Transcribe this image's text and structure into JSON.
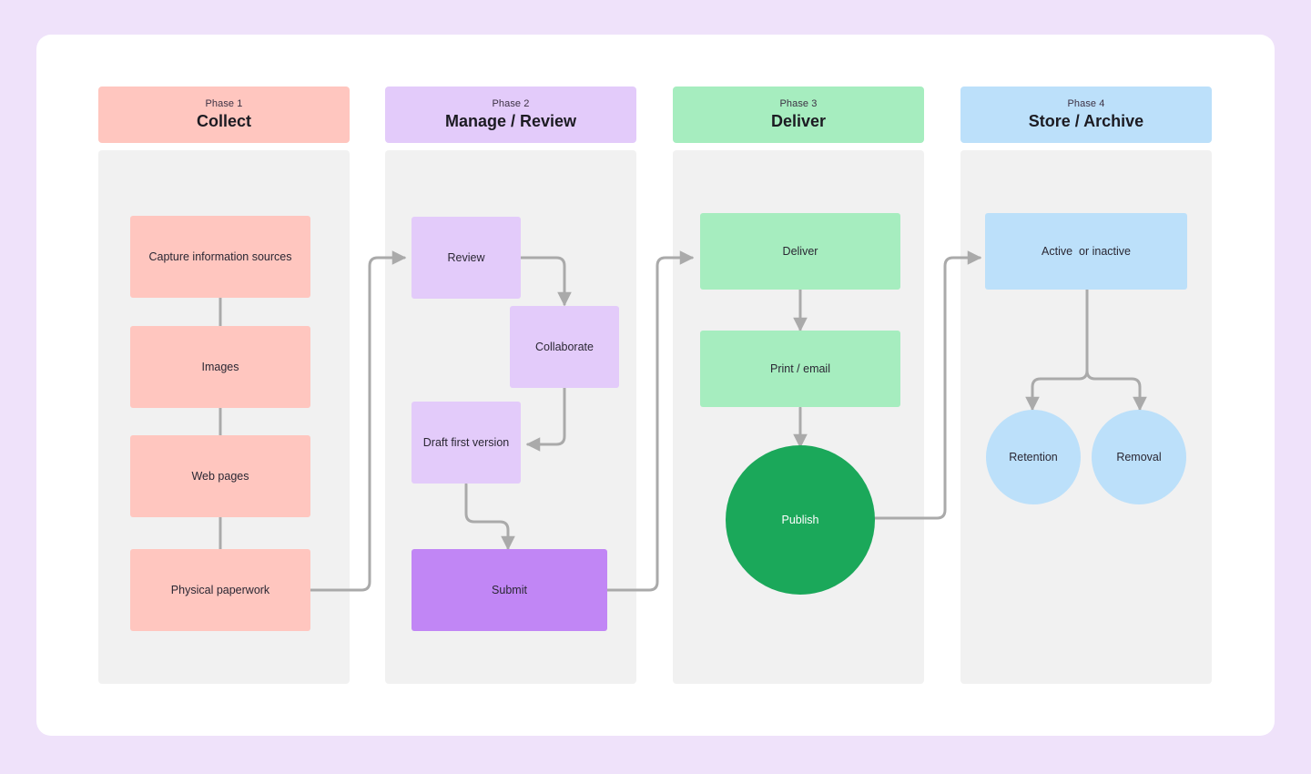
{
  "diagram": {
    "background_color": "#efe2fa",
    "card_color": "#ffffff",
    "lane_color": "#f1f1f1",
    "connector_color": "#aaaaaa"
  },
  "phases": [
    {
      "kicker": "Phase 1",
      "title": "Collect",
      "header_color": "#ffc6bf",
      "node_color": "#ffc6bf",
      "nodes": [
        {
          "label": "Capture information sources",
          "shape": "rect"
        },
        {
          "label": "Images",
          "shape": "rect"
        },
        {
          "label": "Web pages",
          "shape": "rect"
        },
        {
          "label": "Physical paperwork",
          "shape": "rect"
        }
      ]
    },
    {
      "kicker": "Phase 2",
      "title": "Manage / Review",
      "header_color": "#e3cbfa",
      "node_color": "#e3cbfa",
      "accent_color": "#c186f5",
      "nodes": [
        {
          "label": "Review",
          "shape": "rect"
        },
        {
          "label": "Collaborate",
          "shape": "rect"
        },
        {
          "label": "Draft first version",
          "shape": "rect"
        },
        {
          "label": "Submit",
          "shape": "rect"
        }
      ]
    },
    {
      "kicker": "Phase 3",
      "title": "Deliver",
      "header_color": "#a6edbf",
      "node_color": "#a6edbf",
      "accent_color": "#1ba85a",
      "nodes": [
        {
          "label": "Deliver",
          "shape": "rect"
        },
        {
          "label": "Print / email",
          "shape": "rect"
        },
        {
          "label": "Publish",
          "shape": "circle"
        }
      ]
    },
    {
      "kicker": "Phase 4",
      "title": "Store / Archive",
      "header_color": "#bce0fa",
      "node_color": "#bce0fa",
      "nodes": [
        {
          "label": "Active  or inactive",
          "shape": "rect"
        },
        {
          "label": "Retention",
          "shape": "circle"
        },
        {
          "label": "Removal",
          "shape": "circle"
        }
      ]
    }
  ]
}
